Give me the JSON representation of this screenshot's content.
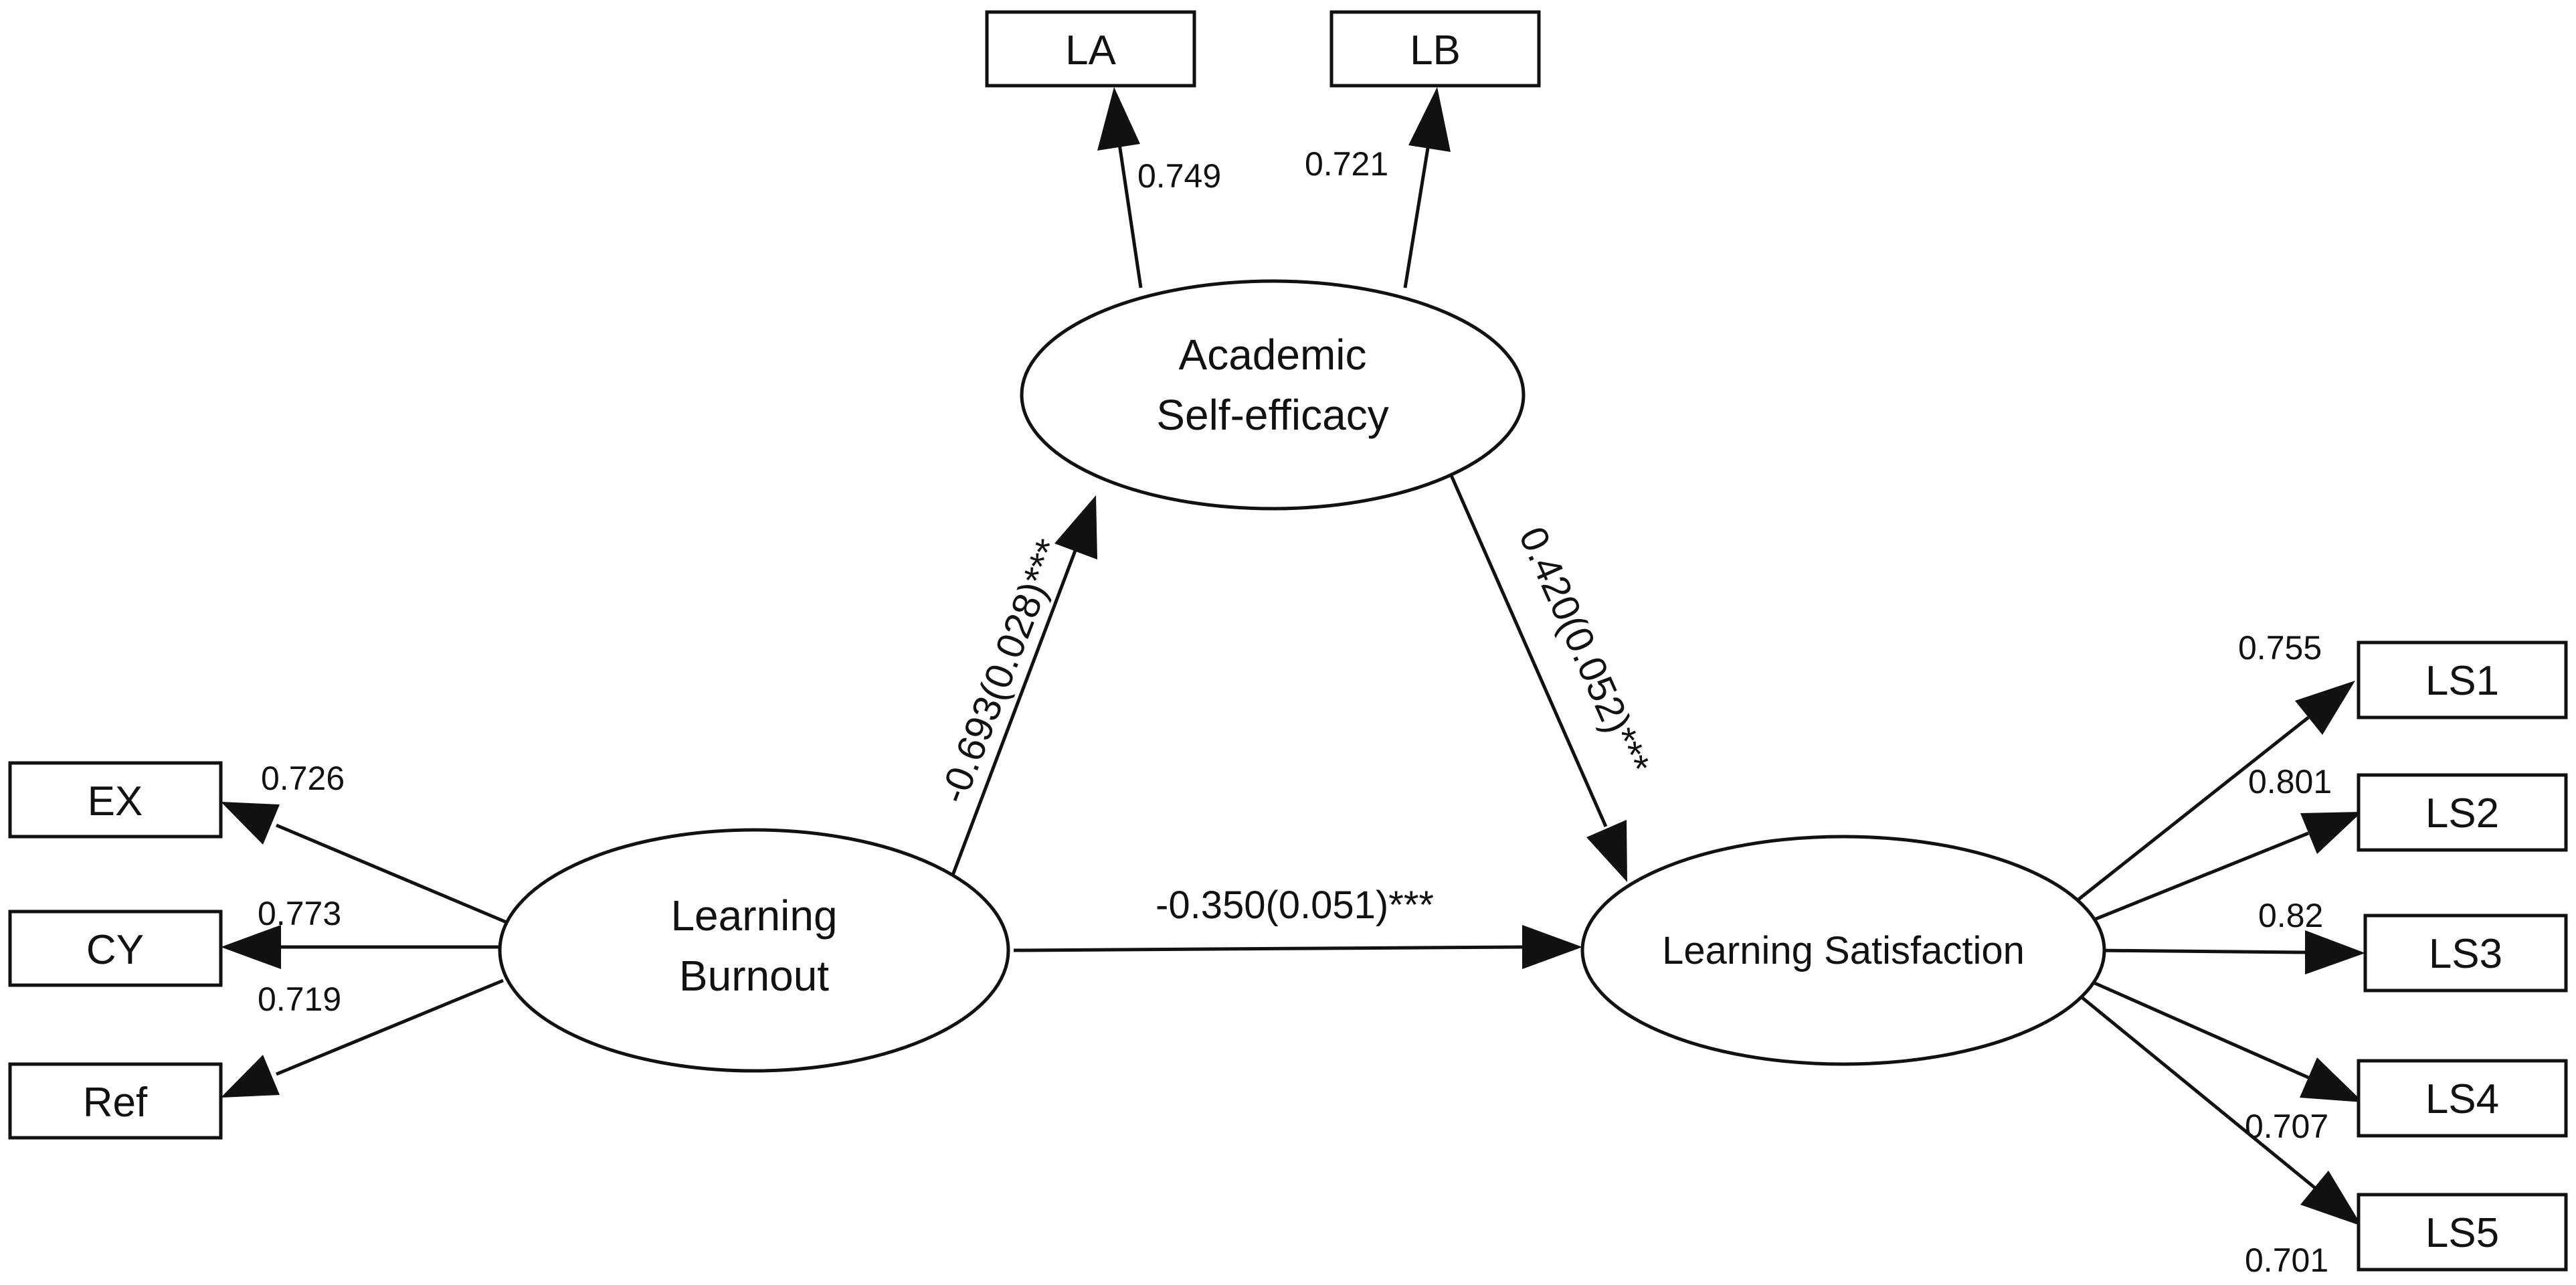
{
  "nodes": {
    "la": "LA",
    "lb": "LB",
    "ex": "EX",
    "cy": "CY",
    "ref": "Ref",
    "ls1": "LS1",
    "ls2": "LS2",
    "ls3": "LS3",
    "ls4": "LS4",
    "ls5": "LS5",
    "ase_line1": "Academic",
    "ase_line2": "Self-efficacy",
    "lbo_line1": "Learning",
    "lbo_line2": "Burnout",
    "lsa": "Learning Satisfaction"
  },
  "loadings": {
    "la": "0.749",
    "lb": "0.721",
    "ex": "0.726",
    "cy": "0.773",
    "ref": "0.719",
    "ls1": "0.755",
    "ls2": "0.801",
    "ls3": "0.82",
    "ls4": "0.707",
    "ls5": "0.701"
  },
  "paths": {
    "lbo_to_ase": "-0.693(0.028)***",
    "ase_to_lsa": "0.420(0.052)***",
    "lbo_to_lsa": "-0.350(0.051)***"
  }
}
